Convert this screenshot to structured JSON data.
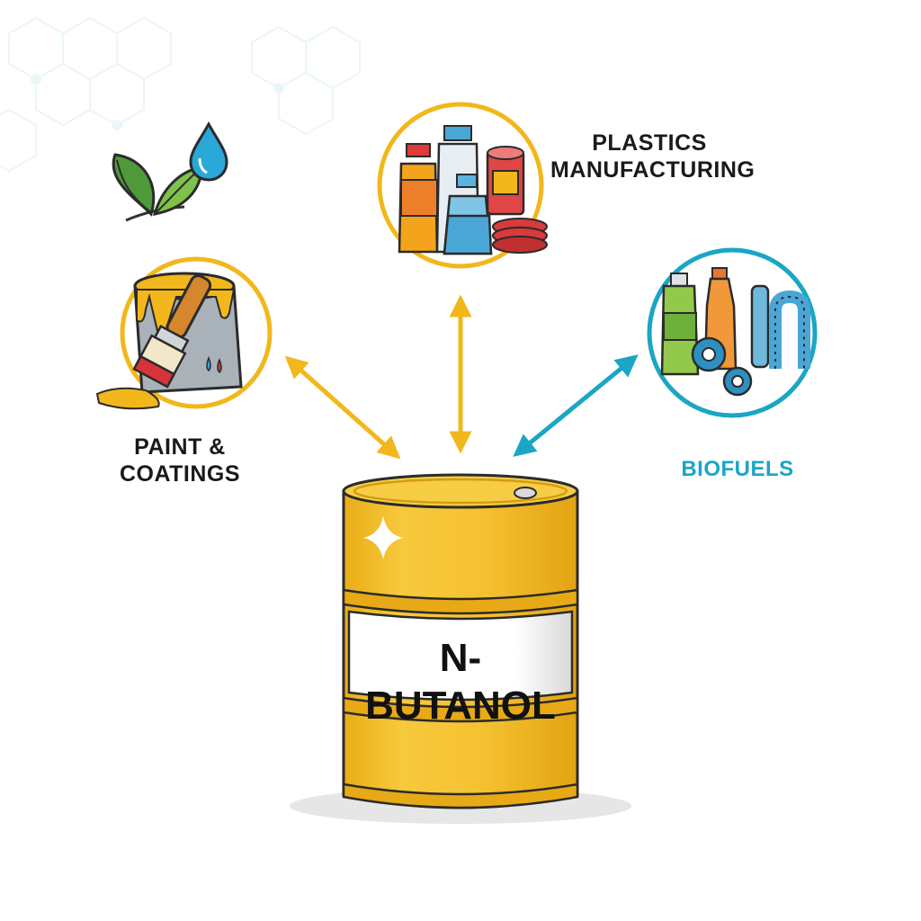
{
  "diagram": {
    "center": {
      "label": "N-BUTANOL",
      "icon": "yellow-chemical-barrel-icon"
    },
    "applications": [
      {
        "id": "plastics",
        "label_lines": [
          "PLASTICS",
          "MANUFACTURING"
        ],
        "icon": "plastic-bottles-icon",
        "ring_color": "#f2b71b",
        "label_color": "#1a1a1a"
      },
      {
        "id": "paint",
        "label_lines": [
          "PAINT &",
          "COATINGS"
        ],
        "icon": "paint-can-brush-icon",
        "ring_color": "#f2b71b",
        "label_color": "#1a1a1a"
      },
      {
        "id": "biofuels",
        "label_lines": [
          "BIOFUELS"
        ],
        "icon": "bottles-gears-pipe-icon",
        "ring_color": "#1aa6c4",
        "label_color": "#1aa6c4"
      }
    ],
    "decorations": [
      "leaf-water-drop-icon",
      "hexagon-pattern-icon",
      "sparkle-icon"
    ],
    "colors": {
      "barrel_yellow": "#f5c131",
      "arrow_yellow": "#f2b71b",
      "arrow_teal": "#1aa6c4"
    }
  }
}
